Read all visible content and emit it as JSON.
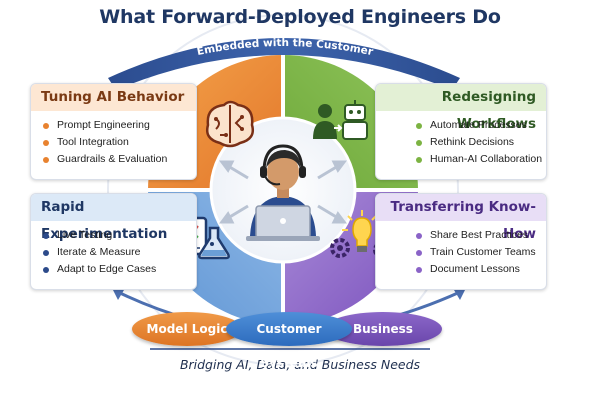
{
  "title": "What Forward-Deployed Engineers Do",
  "arc_label": "Embedded with the Customer",
  "colors": {
    "title": "#1f3763",
    "orange": "#e8822f",
    "green": "#7cb342",
    "blue": "#6b9ed6",
    "purple": "#8a63c7",
    "navy": "#2c4a8a"
  },
  "cards": {
    "tuning": {
      "title": "Tuning AI Behavior",
      "items": [
        "Prompt Engineering",
        "Tool Integration",
        "Guardrails & Evaluation"
      ],
      "icon": "brain-circuit-icon"
    },
    "redesigning": {
      "title": "Redesigning Workflows",
      "items": [
        "Automate Processes",
        "Rethink Decisions",
        "Human-AI Collaboration"
      ],
      "icon": "human-robot-icon"
    },
    "rapid": {
      "title": "Rapid Experimentation",
      "items": [
        "Live Testing",
        "Iterate & Measure",
        "Adapt to Edge Cases"
      ],
      "icon": "clipboard-flask-icon"
    },
    "transferring": {
      "title": "Transferring Know-How",
      "items": [
        "Share Best Practices",
        "Train Customer Teams",
        "Document Lessons"
      ],
      "icon": "lightbulb-gears-icon"
    }
  },
  "center_icon": "engineer-with-laptop-icon",
  "pills": [
    "Model Logic",
    "Customer Systems",
    "Business Outcomes"
  ],
  "bottom_caption": "Bridging AI, Data, and Business Needs"
}
